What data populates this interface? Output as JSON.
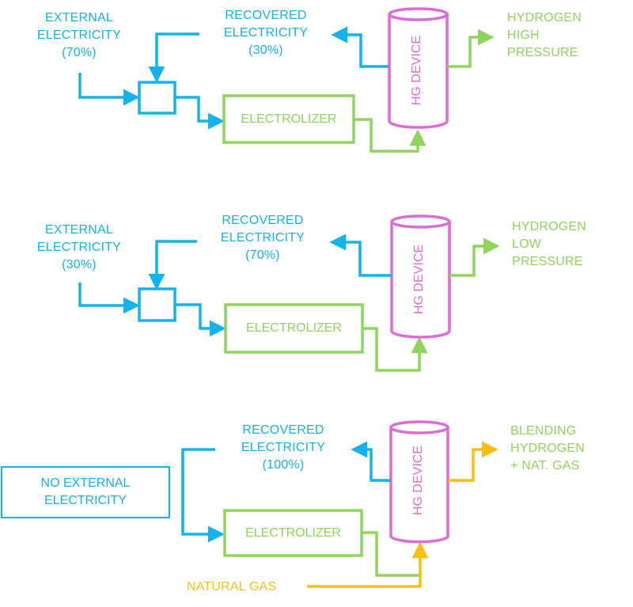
{
  "colors": {
    "electricity": "#12b3ee",
    "hydrogen": "#8fd45c",
    "device": "#dd6bd8",
    "natural_gas": "#fbbf12"
  },
  "scenarios": [
    {
      "external_label": "EXTERNAL\nELECTRICITY\n(70%)",
      "external_percent": 70,
      "recovered_label": "RECOVERED\nELECTRICITY\n(30%)",
      "recovered_percent": 30,
      "electrolizer_label": "ELECTROLIZER",
      "device_label": "HG DEVICE",
      "output_label": "HYDROGEN\nHIGH\nPRESSURE"
    },
    {
      "external_label": "EXTERNAL\nELECTRICITY\n(30%)",
      "external_percent": 30,
      "recovered_label": "RECOVERED\nELECTRICITY\n(70%)",
      "recovered_percent": 70,
      "electrolizer_label": "ELECTROLIZER",
      "device_label": "HG DEVICE",
      "output_label": "HYDROGEN\nLOW\nPRESSURE"
    },
    {
      "external_label": "NO EXTERNAL\nELECTRICITY",
      "external_percent": 0,
      "recovered_label": "RECOVERED\nELECTRICITY\n(100%)",
      "recovered_percent": 100,
      "electrolizer_label": "ELECTROLIZER",
      "device_label": "HG DEVICE",
      "output_label": "BLENDING\nHYDROGEN\n+ NAT. GAS",
      "natural_gas_label": "NATURAL GAS"
    }
  ]
}
